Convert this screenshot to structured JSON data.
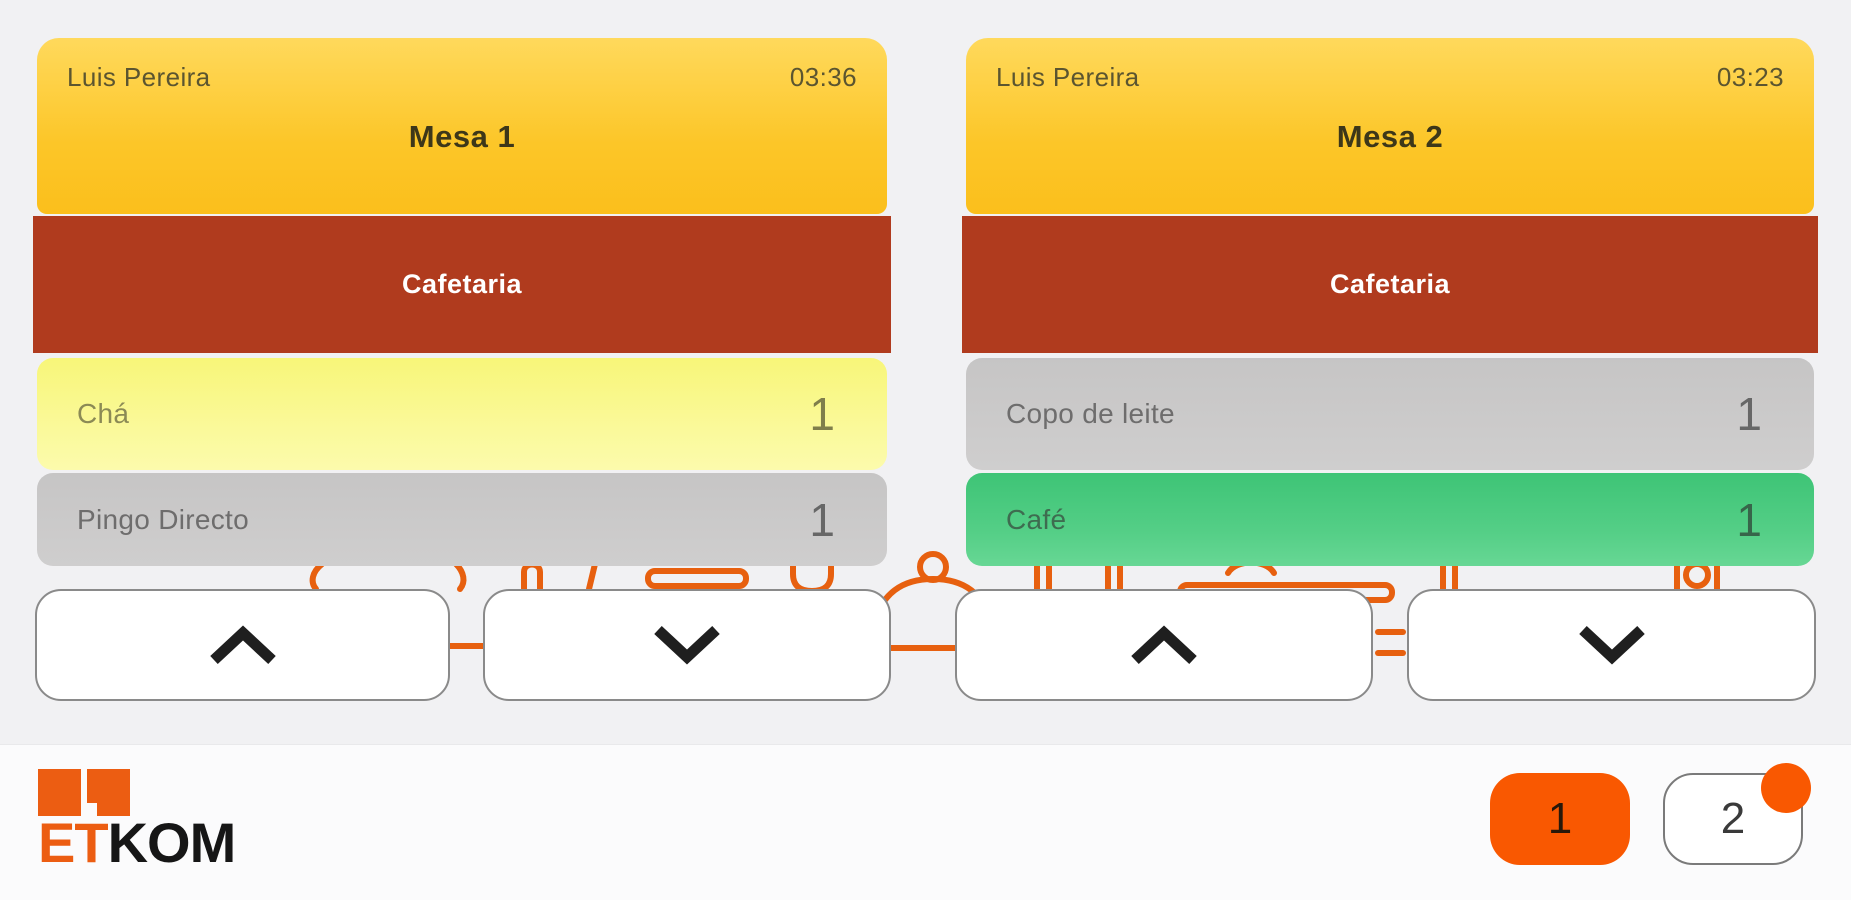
{
  "orders": [
    {
      "server": "Luis Pereira",
      "timer": "03:36",
      "table": "Mesa 1",
      "category": "Cafetaria",
      "items": [
        {
          "name": "Chá",
          "qty": "1",
          "variant": "yellow"
        },
        {
          "name": "Pingo Directo",
          "qty": "1",
          "variant": "gray"
        }
      ]
    },
    {
      "server": "Luis Pereira",
      "timer": "03:23",
      "table": "Mesa 2",
      "category": "Cafetaria",
      "items": [
        {
          "name": "Copo de leite",
          "qty": "1",
          "variant": "gray"
        },
        {
          "name": "Café",
          "qty": "1",
          "variant": "green"
        }
      ]
    }
  ],
  "footer": {
    "logo": {
      "primary": "ET",
      "secondary": "KOM"
    },
    "pages": [
      {
        "label": "1",
        "active": true,
        "has_badge": false
      },
      {
        "label": "2",
        "active": false,
        "has_badge": true
      }
    ]
  },
  "colors": {
    "accent_orange": "#EC5D12",
    "page_active_orange": "#F95801",
    "header_yellow": "#FBC122",
    "category_red": "#B03B1E",
    "item_yellow": "#F9F88D",
    "item_gray": "#CBCACA",
    "item_green": "#4ECC81"
  }
}
